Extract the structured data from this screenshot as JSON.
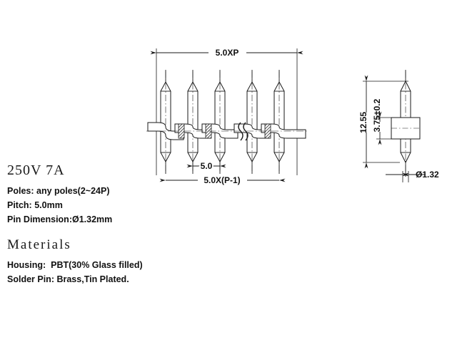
{
  "document": {
    "type": "connector-technical-drawing",
    "background_color": "#ffffff",
    "line_color": "#1a1a1a"
  },
  "specifications": {
    "rating": "250V  7A",
    "poles_label": "Poles:",
    "poles_value": "any poles(2~24P)",
    "pitch_label": "Pitch:",
    "pitch_value": "5.0mm",
    "pin_dimension_label": "Pin Dimension:",
    "pin_dimension_value": "Ø1.32mm"
  },
  "materials": {
    "title": "Materials",
    "housing_label": "Housing:",
    "housing_value": "PBT(30% Glass filled)",
    "solder_pin_label": "Solder Pin:",
    "solder_pin_value": "Brass,Tin Plated."
  },
  "front_view": {
    "overall_width_dim": "5.0XP",
    "pitch_dim": "5.0",
    "span_dim": "5.0X(P-1)",
    "pin_count": 5
  },
  "side_view": {
    "total_height_dim": "12.55",
    "housing_height_dim": "3.75±0.2",
    "pin_diameter_dim": "Ø1.32"
  }
}
